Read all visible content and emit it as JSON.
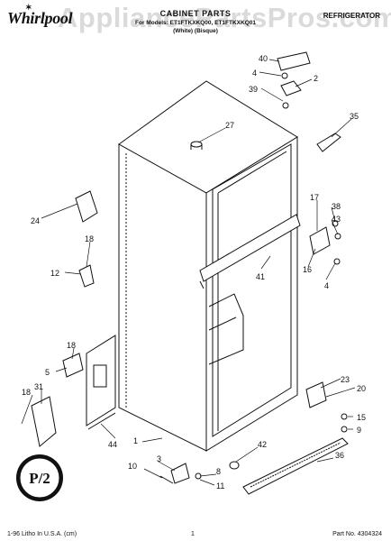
{
  "header": {
    "brand": "Whirlpool",
    "title": "CABINET PARTS",
    "model_line": "For Models: ET1FTKXKQ00, ET1FTKXKQ01",
    "color_line": "(White)          (Bisque)",
    "category": "REFRIGERATOR"
  },
  "watermark": "AppliancePartsPros.com",
  "badge": "P/2",
  "callouts": [
    "40",
    "4",
    "2",
    "39",
    "27",
    "35",
    "24",
    "17",
    "38",
    "43",
    "18",
    "12",
    "41",
    "16",
    "4",
    "18",
    "5",
    "18",
    "31",
    "23",
    "20",
    "15",
    "9",
    "44",
    "1",
    "42",
    "3",
    "10",
    "8",
    "11",
    "36"
  ],
  "footer": {
    "left": "1-96 Litho In U.S.A. (cm)",
    "page": "1",
    "right": "Part No. 4304324"
  }
}
